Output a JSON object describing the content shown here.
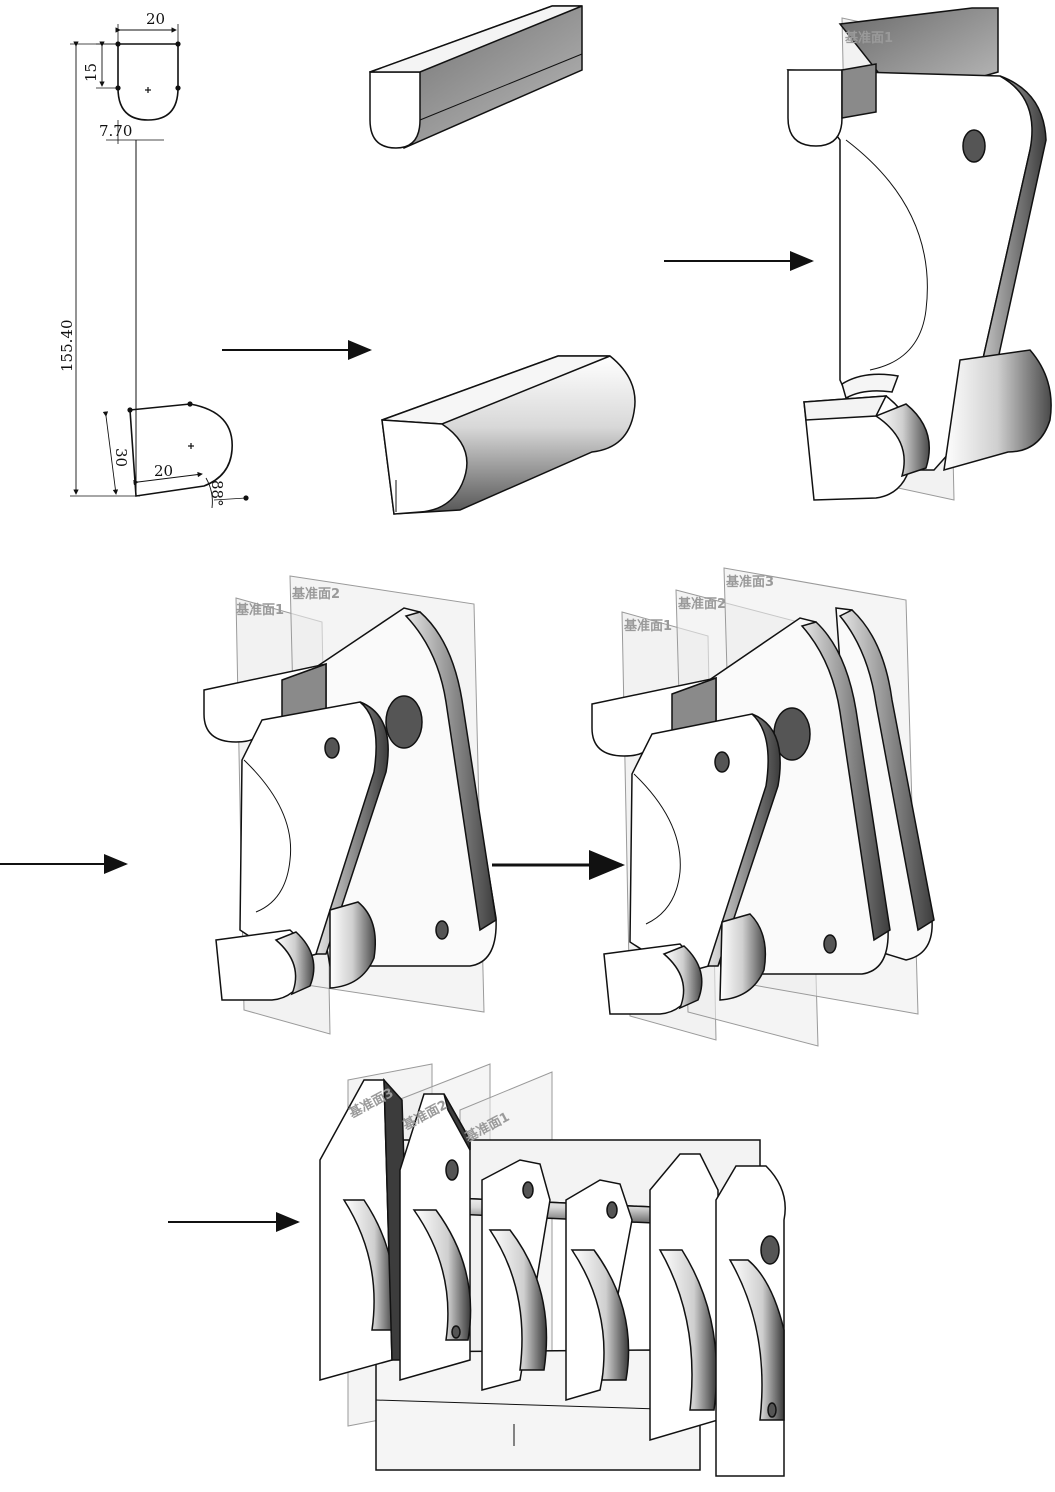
{
  "sketch": {
    "dim_top_width": "20",
    "dim_top_height": "15",
    "dim_offset": "7.70",
    "dim_length": "155.40",
    "dim_bottom_height": "30",
    "dim_bottom_width": "20",
    "dim_angle": "88°"
  },
  "planes": {
    "plane1": "基准面1",
    "plane2": "基准面2",
    "plane3": "基准面3"
  },
  "colors": {
    "line": "#111111",
    "plane_fill": "#e9e9e9",
    "plane_edge": "#9a9a9a",
    "shade_dark": "#4a4a4a",
    "shade_light": "#ffffff"
  }
}
